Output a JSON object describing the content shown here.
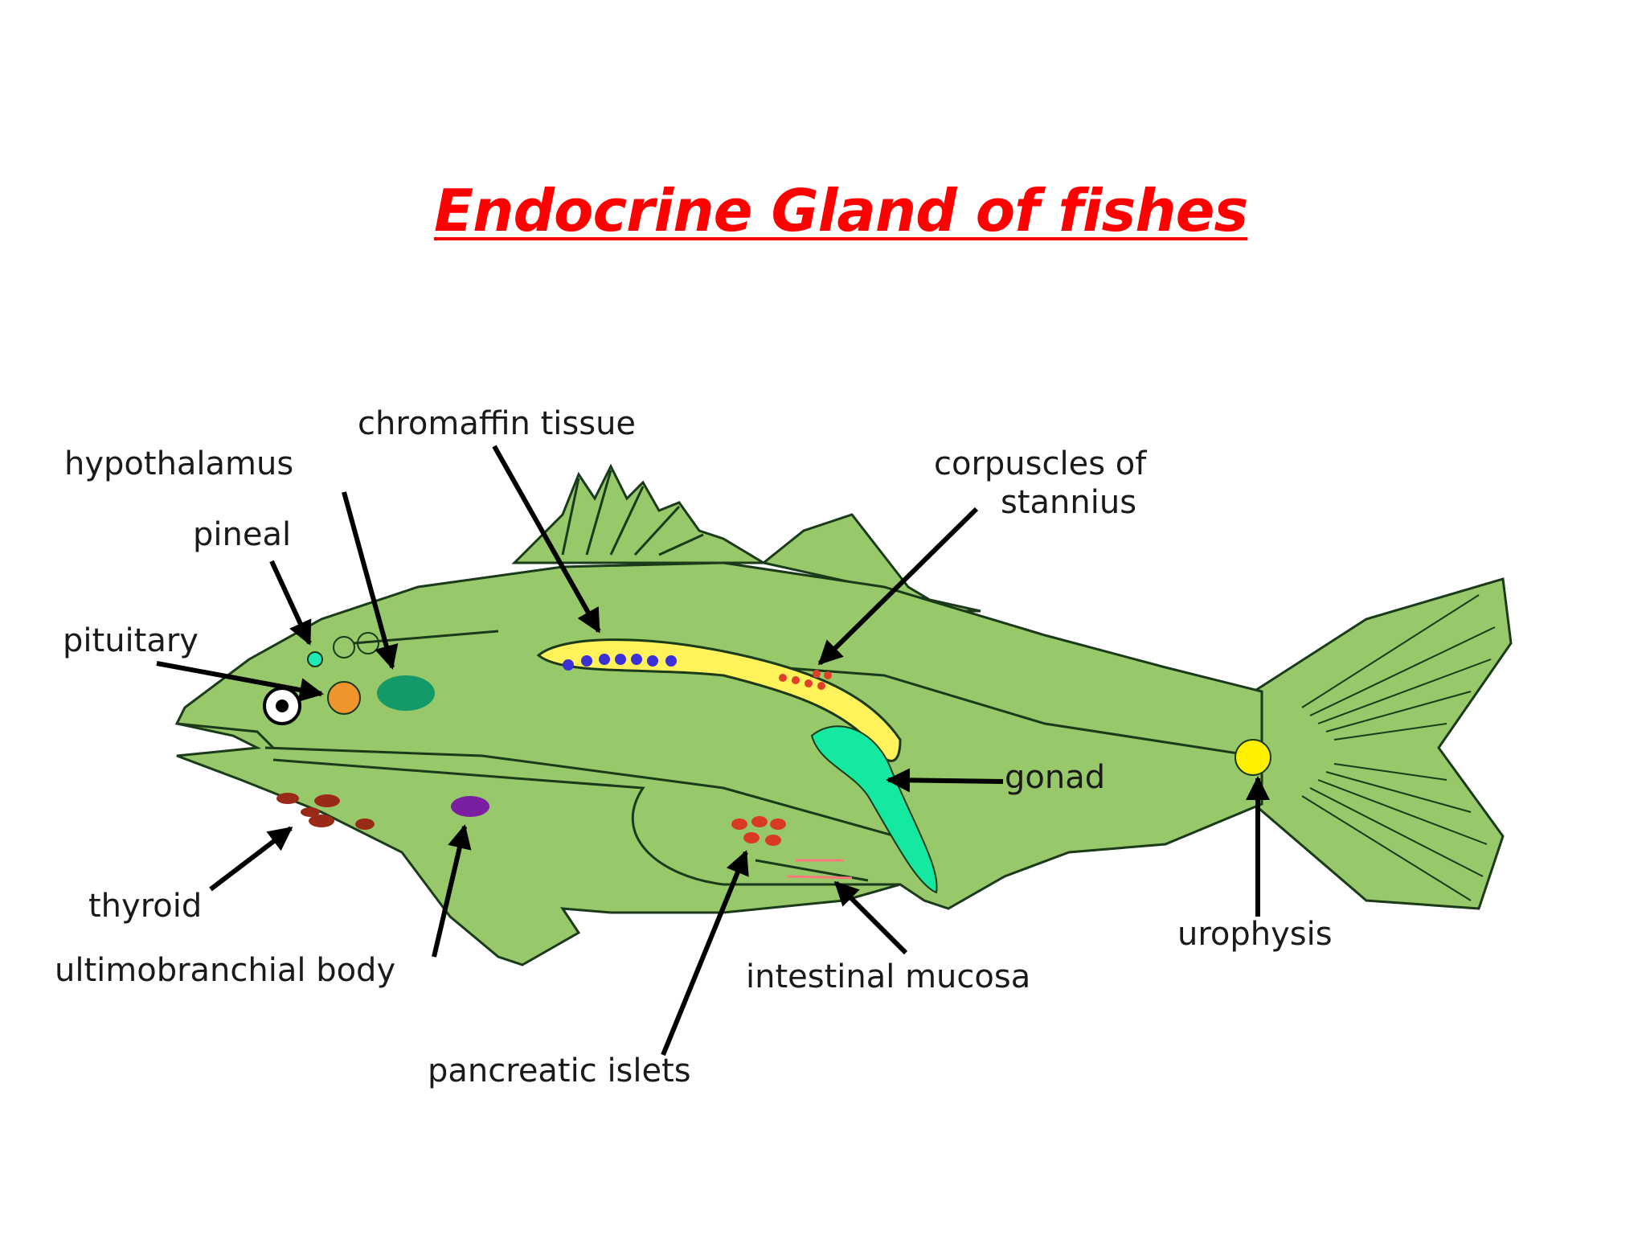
{
  "title": "Endocrine Gland of fishes",
  "labels": {
    "chromaffin_tissue": "chromaffin tissue",
    "hypothalamus": "hypothalamus",
    "pineal": "pineal",
    "pituitary": "pituitary",
    "corpuscles_line1": "corpuscles of",
    "corpuscles_line2": "stannius",
    "gonad": "gonad",
    "thyroid": "thyroid",
    "ultimobranchial_body": "ultimobranchial body",
    "urophysis": "urophysis",
    "intestinal_mucosa": "intestinal mucosa",
    "pancreatic_islets": "pancreatic islets"
  },
  "colors": {
    "title": "#ff0000",
    "body": "#97c96a",
    "outline": "#1a3a1a",
    "pineal": "#1de9b6",
    "pituitary": "#f0952c",
    "hypothalamus": "#149968",
    "chromaffin": "#3b2fd6",
    "kidney": "#fff25a",
    "stannius": "#e0402a",
    "gonad": "#15e8a0",
    "thyroid": "#9a2a18",
    "ultimobranchial": "#7b1fa2",
    "urophysis": "#fff000",
    "pancreatic": "#d83a22",
    "mucosa": "#ff7a7a"
  }
}
